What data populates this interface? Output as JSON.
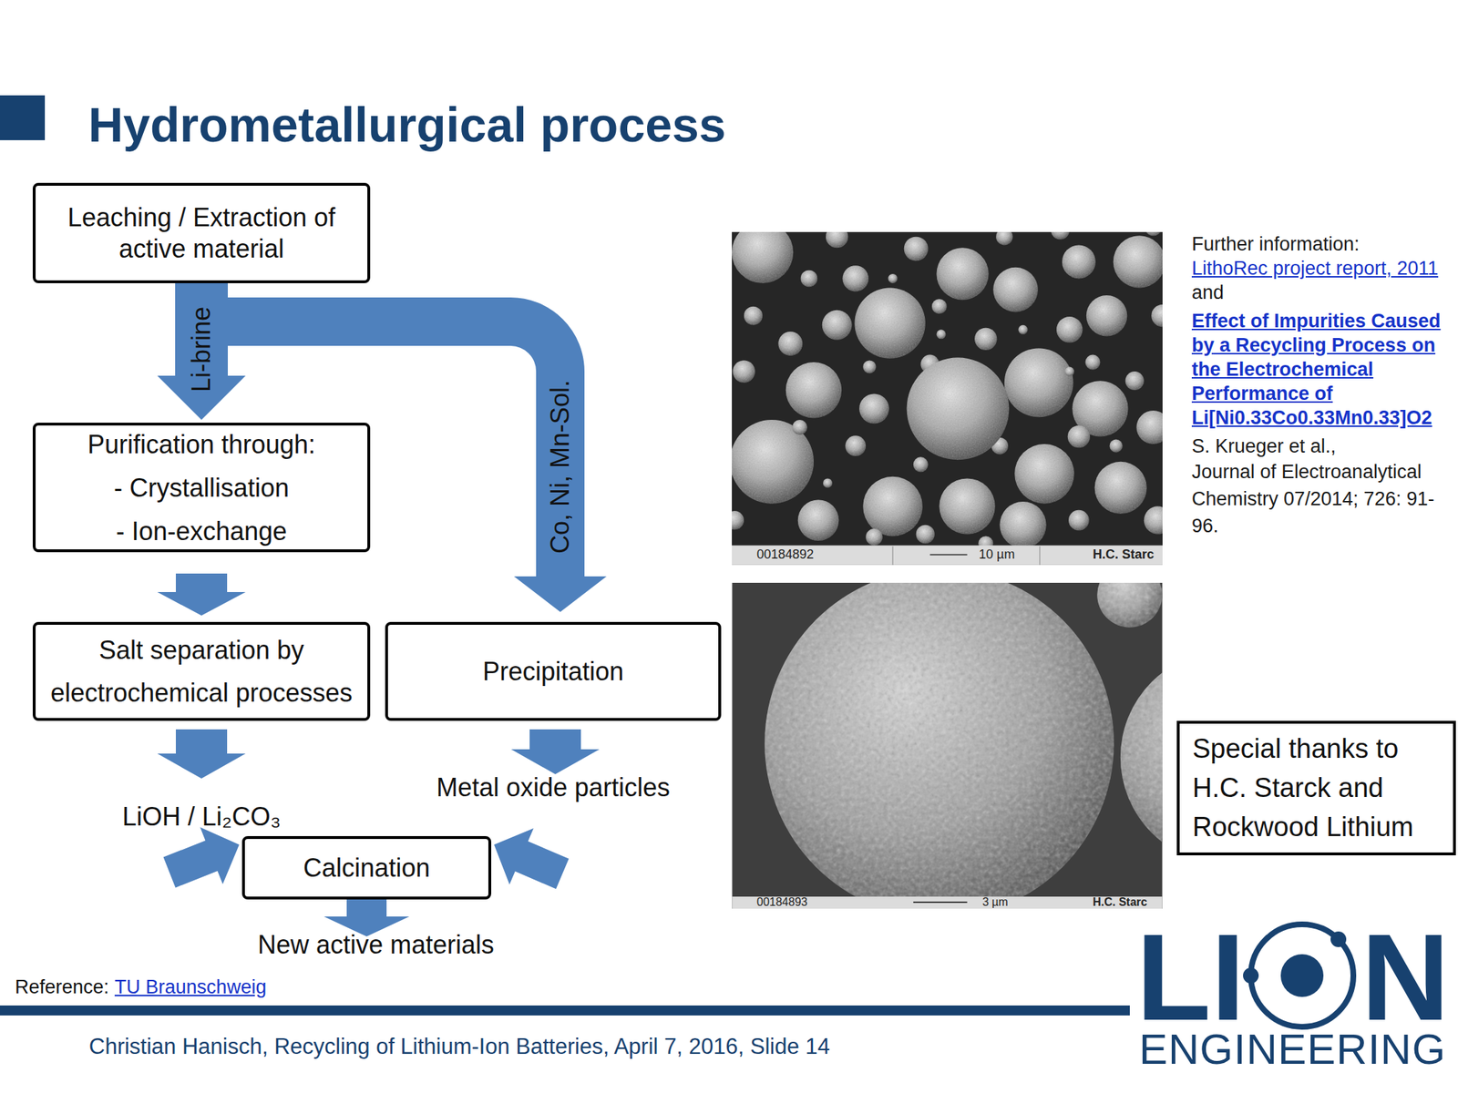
{
  "diagram": {
    "title": "Hydrometallurgical process",
    "nodes": [
      {
        "text": [
          "Leaching / Extraction of active material"
        ]
      },
      {
        "text": [
          "Purification through:",
          "- Crystallisation",
          "- Ion-exchange"
        ]
      },
      {
        "text": [
          "Salt separation by electrochemical processes"
        ]
      },
      {
        "text": [
          "Precipitation"
        ]
      },
      {
        "text": [
          "Calcination"
        ]
      },
      {
        "text": [
          "Special thanks to H.C. Starck and Rockwood Lithium"
        ]
      }
    ],
    "edges": [
      {
        "from": 0,
        "to": 1,
        "label": "Li-brine",
        "arrow": "to"
      },
      {
        "from": 0,
        "to": 3,
        "label": "Co, Ni, Mn-Sol.",
        "arrow": "to"
      },
      {
        "from": 1,
        "to": 2,
        "arrow": "to"
      },
      {
        "from": 2,
        "to": 4,
        "label": "LiOH / Li₂CO₃",
        "arrow": "to"
      },
      {
        "from": 3,
        "to": 4,
        "label": "Metal oxide particles",
        "arrow": "to"
      }
    ],
    "labels": [
      "New active materials",
      "Further information:",
      "LithoRec project report, 2011",
      "and",
      "Effect of Impurities Caused by a Recycling Process on the Electrochemical Performance of Li[Ni0.33Co0.33Mn0.33]O2",
      "S. Krueger et al.,",
      "Journal of Electroanalytical Chemistry 07/2014; 726: 91-96.",
      "00184892",
      "10 µm",
      "H.C. Starc",
      "00184893",
      "3 µm",
      "H.C. Starc",
      "Reference:",
      "TU Braunschweig",
      "Christian Hanisch, Recycling of Lithium-Ion Batteries, April 7, 2016, Slide 14",
      "LI",
      "N",
      "ENGINEERING"
    ]
  }
}
